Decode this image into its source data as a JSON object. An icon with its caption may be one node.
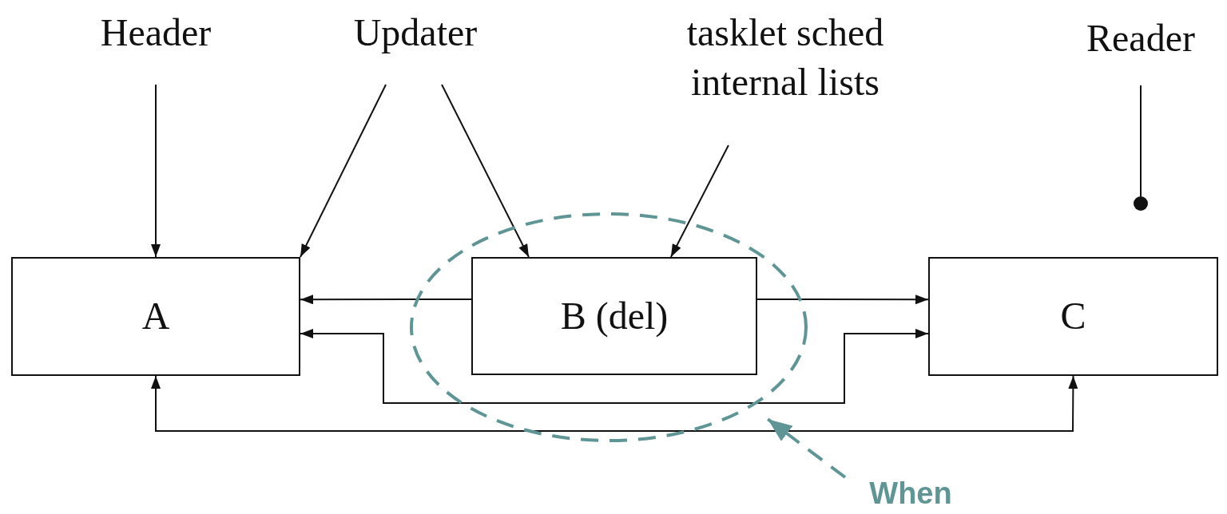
{
  "diagram": {
    "nodes": [
      {
        "text": [
          "Header"
        ]
      },
      {
        "text": [
          "Updater"
        ]
      },
      {
        "text": [
          "tasklet sched internal lists"
        ]
      },
      {
        "text": [
          "Reader"
        ]
      },
      {
        "text": [
          "A"
        ]
      },
      {
        "text": [
          "B (del)"
        ],
        "in": 7
      },
      {
        "text": [
          "C"
        ]
      },
      {
        "text": [],
        "shape": "ellipse"
      },
      {
        "text": [
          "When"
        ]
      }
    ],
    "edges": [
      {
        "from": 0,
        "to": 4,
        "arrow": "to"
      },
      {
        "from": 1,
        "to": 4,
        "arrow": "to"
      },
      {
        "from": 1,
        "to": 5,
        "arrow": "to"
      },
      {
        "from": 2,
        "to": 5,
        "arrow": "to"
      },
      {
        "from": 3,
        "to": null,
        "arrow": "other"
      },
      {
        "from": 5,
        "to": 4,
        "arrow": "to"
      },
      {
        "from": 4,
        "to": 6,
        "arrow": "both"
      },
      {
        "from": 5,
        "to": 6,
        "arrow": "to"
      },
      {
        "from": 4,
        "to": 6,
        "arrow": "both"
      },
      {
        "from": 8,
        "to": 7,
        "arrow": "to",
        "style": "dashed",
        "color": "#5f9595"
      }
    ]
  }
}
